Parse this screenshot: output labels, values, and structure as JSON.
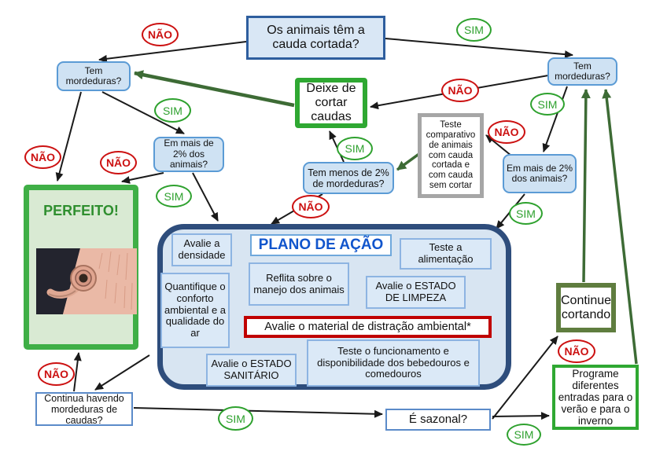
{
  "labels": {
    "sim": "SIM",
    "nao": "NÃO"
  },
  "nodes": {
    "start": "Os animais têm a cauda cortada?",
    "tem_mordeduras_left": "Tem mordeduras?",
    "tem_mordeduras_right": "Tem mordeduras?",
    "em_mais_2_left": "Em mais de 2% dos animais?",
    "em_mais_2_right": "Em mais de 2% dos animais?",
    "deixe_de_cortar": "Deixe de cortar caudas",
    "teste_comparativo": "Teste comparativo de animais com cauda cortada e com cauda sem cortar",
    "tem_menos_2": "Tem menos de 2% de mordeduras?",
    "perfeito": "PERFEITO!",
    "continue_cortando": "Continue cortando",
    "programe": "Programe diferentes entradas para o verão e para o inverno",
    "continua_havendo": "Continua havendo mordeduras de caudas?",
    "e_sazonal": "É sazonal?"
  },
  "plano": {
    "title": "PLANO DE AÇÃO",
    "items": {
      "densidade": "Avalie a densidade",
      "alimentacao": "Teste a alimentação",
      "manejo": "Reflita sobre o manejo dos animais",
      "limpeza": "Avalie o ESTADO DE LIMPEZA",
      "conforto": "Quantifique o conforto ambiental e a qualidade do ar",
      "distracao": "Avalie o material de distração ambiental*",
      "sanitario": "Avalie o ESTADO SANITÁRIO",
      "bebedouros": "Teste o funcionamento e disponibilidade dos bebedouros e comedouros"
    }
  },
  "image": {
    "perfeito_photo": "foto da cauda enrolada de um porco"
  },
  "colors": {
    "green_border": "#2fa832",
    "olive_border": "#5f7d3f",
    "navy_border": "#2e4d7c",
    "red_border": "#c00000",
    "gray_border": "#a6a6a6",
    "blue_box_fill": "#cfe2f3",
    "blue_box_border": "#5b9bd5",
    "title_blue": "#1155cc",
    "sim_green": "#2ea12e",
    "nao_red": "#cc1111",
    "arrow_green": "#3d6b35"
  }
}
